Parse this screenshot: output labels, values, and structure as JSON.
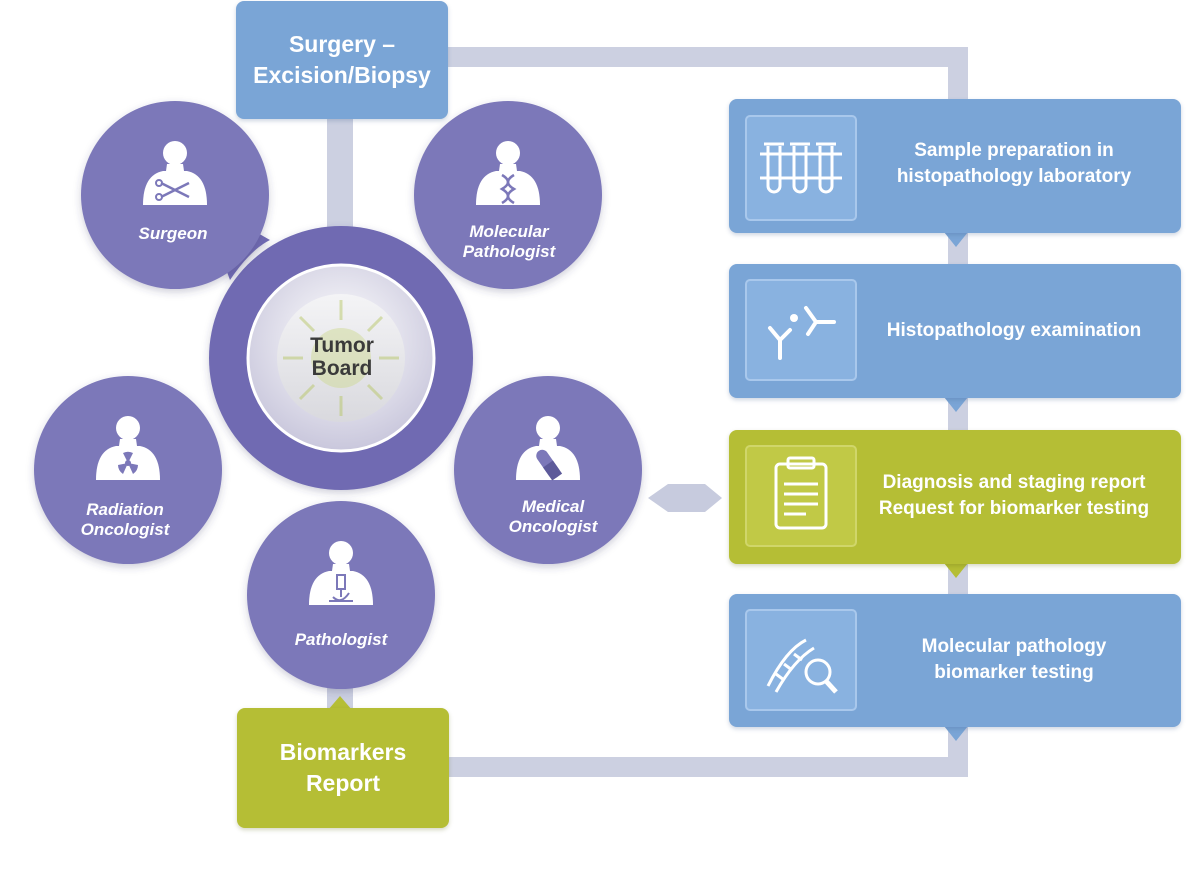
{
  "title": "",
  "colors": {
    "role_purple": "#7c78b9",
    "hub_purple": "#6f6bb2",
    "step_blue": "#7aa5d6",
    "step_green": "#b5be35",
    "connector_gray": "#ccd0e1",
    "center_fill": "#e8e8ea",
    "center_text": "#3a3a3a"
  },
  "surgery": {
    "line1": "Surgery –",
    "line2": "Excision/Biopsy"
  },
  "biomarkers_report": {
    "line1": "Biomarkers",
    "line2": "Report"
  },
  "tumor_board": {
    "line1": "Tumor",
    "line2": "Board"
  },
  "roles": {
    "surgeon": {
      "line1": "Surgeon",
      "icon": "surgeon-scalpel-icon"
    },
    "molecular_pathologist": {
      "line1": "Molecular",
      "line2": "Pathologist",
      "icon": "dna-person-icon"
    },
    "radiation_oncologist": {
      "line1": "Radiation",
      "line2": "Oncologist",
      "icon": "radiation-person-icon"
    },
    "medical_oncologist": {
      "line1": "Medical",
      "line2": "Oncologist",
      "icon": "pill-person-icon"
    },
    "pathologist": {
      "line1": "Pathologist",
      "icon": "microscope-person-icon"
    }
  },
  "steps": [
    {
      "line1": "Sample preparation in",
      "line2": "histopathology laboratory",
      "icon": "test-tubes-icon",
      "color": "blue"
    },
    {
      "line1": "Histopathology examination",
      "line2": "",
      "icon": "antibody-icon",
      "color": "blue"
    },
    {
      "line1": "Diagnosis and staging report",
      "line2": "Request for biomarker testing",
      "icon": "clipboard-icon",
      "color": "green"
    },
    {
      "line1": "Molecular pathology",
      "line2": "biomarker testing",
      "icon": "dna-magnifier-icon",
      "color": "blue"
    }
  ]
}
